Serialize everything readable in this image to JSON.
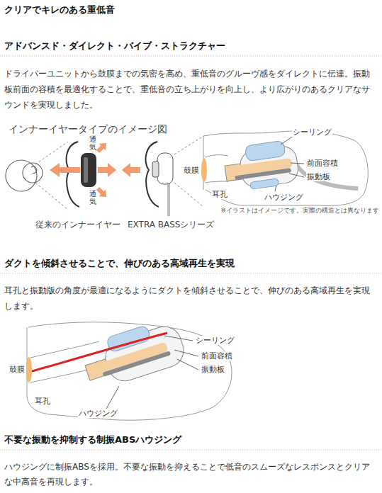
{
  "diagram": {
    "title": "クリアでキレのある重低音",
    "labels": [
      "アドバンスド・ダイレクト・バイブ・ストラクチャー",
      "ドライバーユニットから鼓膜までの気密を高め、重低音のグルーヴ感をダイレクトに伝達。振動板前面の容積を最適化することで、重低音の立ち上がりを向上し、より広がりのあるクリアなサウンドを実現しました。",
      "インナーイヤータイプのイメージ図",
      "通気",
      "通気",
      "従来のインナーイヤー",
      "EXTRA BASSシリーズ",
      "シーリング",
      "前面容積",
      "振動板",
      "鼓膜",
      "耳孔",
      "ハウジング",
      "※イラストはイメージです。実際の構造とは異なります",
      "ダクトを傾斜させることで、伸びのある高域再生を実現",
      "耳孔と振動版の角度が最適になるようにダクトを傾斜させることで、伸びのある高域再生を実現します。",
      "シーリング",
      "前面容積",
      "振動板",
      "鼓膜",
      "耳孔",
      "ハウジング",
      "不要な振動を抑制する制振ABSハウジング",
      "ハウジングに制振ABSを採用。不要な振動を抑えることで低音のスムーズなレスポンスとクリアな中高音を再現します。"
    ]
  }
}
